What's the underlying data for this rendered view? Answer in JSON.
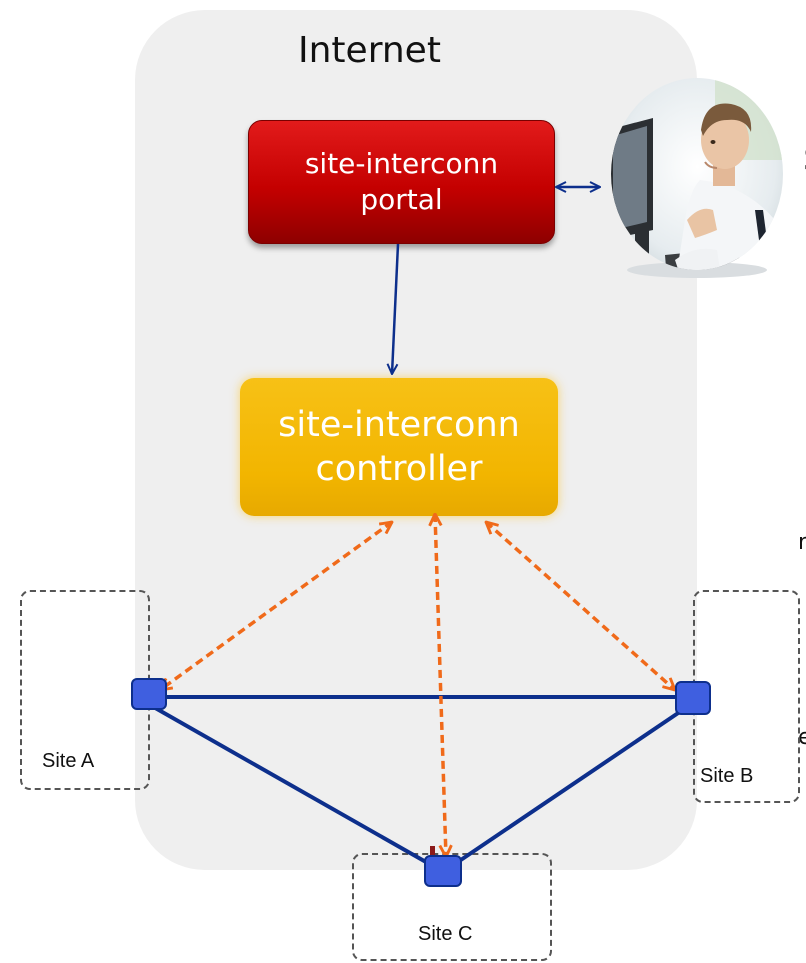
{
  "internet": {
    "title": "Internet"
  },
  "portal": {
    "line1": "site-interconn",
    "line2": "portal"
  },
  "controller": {
    "line1": "site-interconn",
    "line2": "controller"
  },
  "sites": {
    "a": "Site A",
    "b": "Site B",
    "c": "Site C"
  },
  "cut_text": {
    "t1": "s",
    "t2": "n",
    "t3": "e"
  },
  "user_photo": {
    "icon": "user-at-computer-icon"
  },
  "colors": {
    "cloud": "#efefef",
    "portal": "#d10a0a",
    "controller": "#f4b800",
    "link": "#0d2f8c",
    "control_channel": "#f06a1a",
    "node": "#3f5fe0",
    "site_border": "#555555"
  }
}
